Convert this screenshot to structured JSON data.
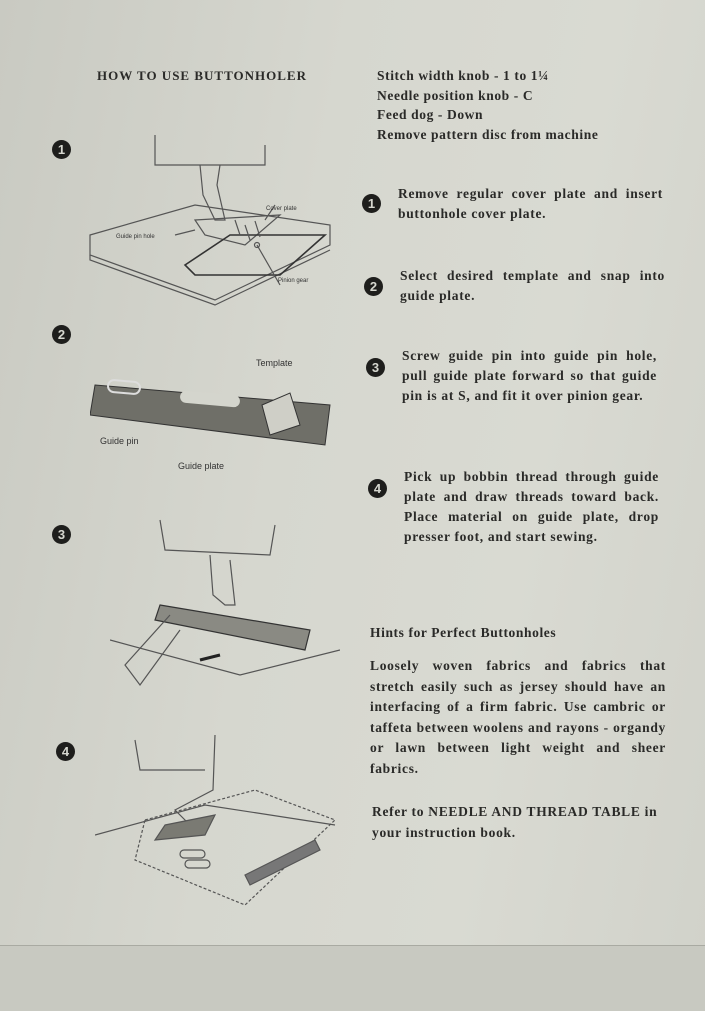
{
  "title": "HOW TO USE BUTTONHOLER",
  "settings": [
    "Stitch width knob - 1 to 1¼",
    "Needle position knob - C",
    "Feed dog - Down",
    "Remove pattern disc from machine"
  ],
  "figures": [
    {
      "number": "1",
      "labels": [
        "Cover plate",
        "Guide pin hole",
        "Pinion gear"
      ]
    },
    {
      "number": "2",
      "labels": [
        "Template",
        "Guide pin",
        "Guide plate"
      ]
    },
    {
      "number": "3",
      "labels": []
    },
    {
      "number": "4",
      "labels": []
    }
  ],
  "steps": [
    {
      "number": "1",
      "text": "Remove regular cover plate and insert buttonhole cover plate."
    },
    {
      "number": "2",
      "text": "Select desired template and snap into guide plate."
    },
    {
      "number": "3",
      "text": "Screw guide pin into guide pin hole, pull guide plate forward so that guide pin is at S, and fit it over pinion gear."
    },
    {
      "number": "4",
      "text": "Pick up bobbin thread through guide plate and draw threads toward back. Place material on guide plate, drop presser foot, and start sewing."
    }
  ],
  "hints": {
    "title": "Hints for Perfect Buttonholes",
    "body": "Loosely woven fabrics and fabrics that stretch easily such as jersey should have an interfacing of a firm fabric. Use cambric or taffeta between woolens and rayons - organdy or lawn between light weight and sheer fabrics.",
    "refer": "Refer to NEEDLE AND THREAD TABLE in your instruction book."
  }
}
